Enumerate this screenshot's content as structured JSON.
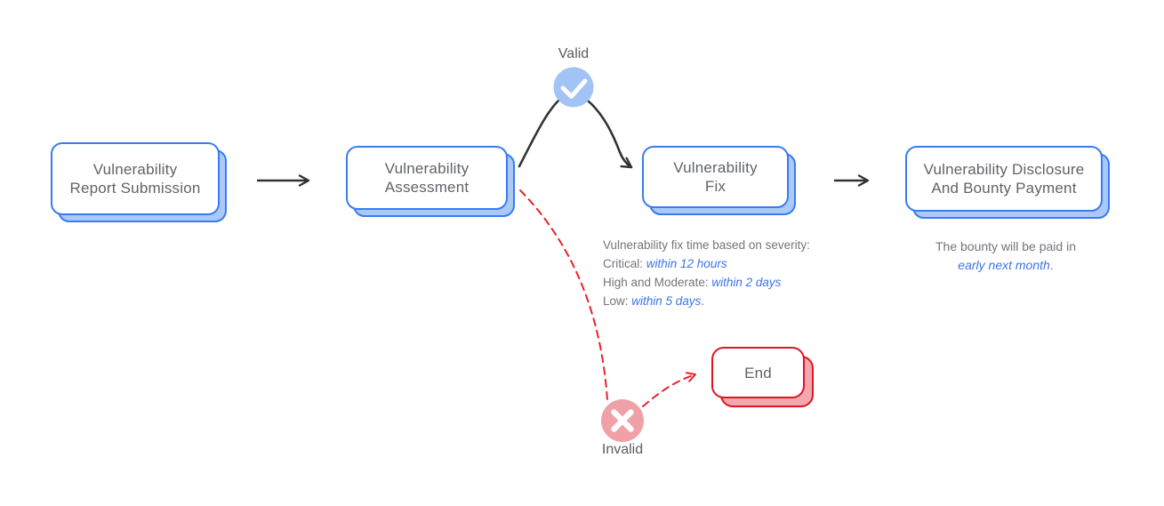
{
  "nodes": {
    "report_submission": {
      "line1": "Vulnerability",
      "line2": "Report Submission"
    },
    "assessment": {
      "line1": "Vulnerability",
      "line2": "Assessment"
    },
    "fix": {
      "line1": "Vulnerability",
      "line2": "Fix"
    },
    "disclosure_payment": {
      "line1": "Vulnerability Disclosure",
      "line2": "And Bounty Payment"
    },
    "end": {
      "label": "End"
    }
  },
  "branch_labels": {
    "valid": "Valid",
    "invalid": "Invalid"
  },
  "icons": {
    "valid": "check-icon",
    "invalid": "x-icon"
  },
  "notes": {
    "fix_sla": {
      "line1": "Vulnerability fix time based on severity:",
      "critical_label": "Critical: ",
      "critical_value": "within 12 hours",
      "high_label": "High and Moderate: ",
      "high_value": "within 2 days",
      "low_label": "Low: ",
      "low_value": "within 5 days",
      "low_suffix": "."
    },
    "bounty": {
      "line1": "The bounty will be paid in",
      "em": "early next month",
      "suffix": "."
    }
  },
  "colors": {
    "node_border_blue": "#3a7bf2",
    "node_shadow_blue": "#aac9f7",
    "end_border_red": "#e01521",
    "end_shadow_pink": "#f3a7ae",
    "valid_circle": "#a2c3f5",
    "invalid_circle": "#f0a1a7",
    "connector_black": "#333333",
    "connector_red": "#e8232b",
    "node_text_gray": "#5f6368",
    "note_gray": "#74747c",
    "note_blue": "#3b74e8"
  }
}
